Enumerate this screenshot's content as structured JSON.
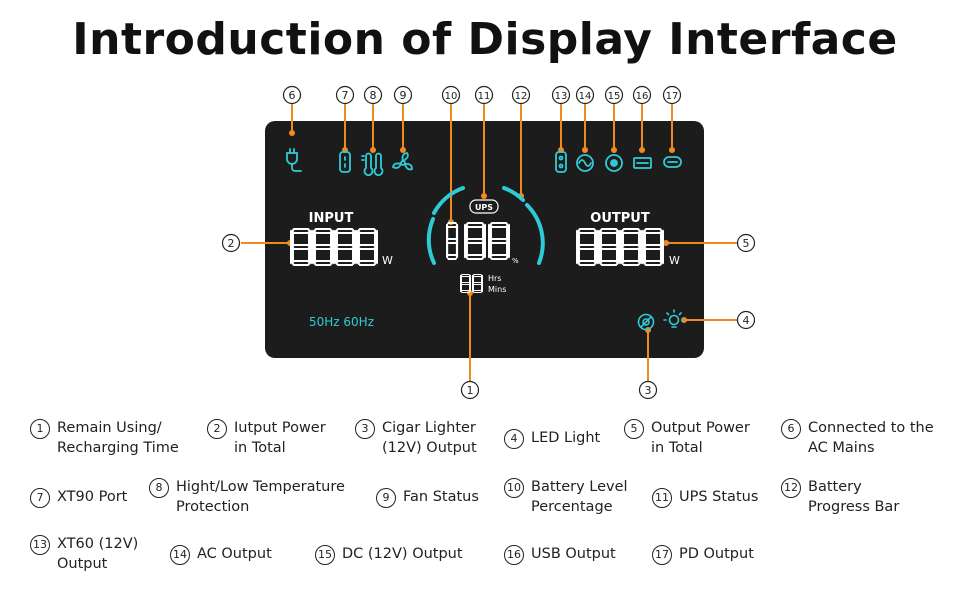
{
  "title": "Introduction of Display Interface",
  "display": {
    "input_label": "INPUT",
    "output_label": "OUTPUT",
    "input_digits": "8888",
    "output_digits": "8888",
    "watt_unit": "W",
    "percent_digits": "188",
    "percent_unit": "%",
    "time_digits": "88",
    "hrs_label": "Hrs",
    "mins_label": "Mins",
    "ups_badge": "UPS",
    "frequency": "50Hz 60Hz"
  },
  "callouts": [
    "6",
    "7",
    "8",
    "9",
    "10",
    "11",
    "12",
    "13",
    "14",
    "15",
    "16",
    "17",
    "2",
    "5",
    "4",
    "1",
    "3"
  ],
  "icons": {
    "ac_mains": "plug-icon",
    "xt90": "xt90-port-icon",
    "temperature": "thermometer-icon",
    "fan": "fan-icon",
    "xt60": "xt60-icon",
    "ac_output": "sine-wave-icon",
    "dc_output": "dc-circle-icon",
    "usb": "usb-icon",
    "pd": "pd-icon",
    "cigar": "cigar-lighter-icon",
    "led": "bulb-icon"
  },
  "colors": {
    "screen": "#1c1c1c",
    "cyan": "#2ecbd6",
    "orange": "#f08a1c",
    "digits": "#ffffff"
  },
  "legend": [
    {
      "num": "1",
      "text": "Remain Using/\nRecharging Time"
    },
    {
      "num": "2",
      "text": "Iutput Power\nin Total"
    },
    {
      "num": "3",
      "text": "Cigar Lighter\n(12V) Output"
    },
    {
      "num": "4",
      "text": "LED Light"
    },
    {
      "num": "5",
      "text": "Output Power\nin Total"
    },
    {
      "num": "6",
      "text": "Connected to the\nAC Mains"
    },
    {
      "num": "7",
      "text": "XT90 Port"
    },
    {
      "num": "8",
      "text": "Hight/Low Temperature\nProtection"
    },
    {
      "num": "9",
      "text": "Fan Status"
    },
    {
      "num": "10",
      "text": "Battery Level\nPercentage"
    },
    {
      "num": "11",
      "text": "UPS Status"
    },
    {
      "num": "12",
      "text": "Battery\nProgress Bar"
    },
    {
      "num": "13",
      "text": "XT60 (12V)\nOutput"
    },
    {
      "num": "14",
      "text": "AC Output"
    },
    {
      "num": "15",
      "text": "DC (12V) Output"
    },
    {
      "num": "16",
      "text": "USB Output"
    },
    {
      "num": "17",
      "text": "PD Output"
    }
  ]
}
